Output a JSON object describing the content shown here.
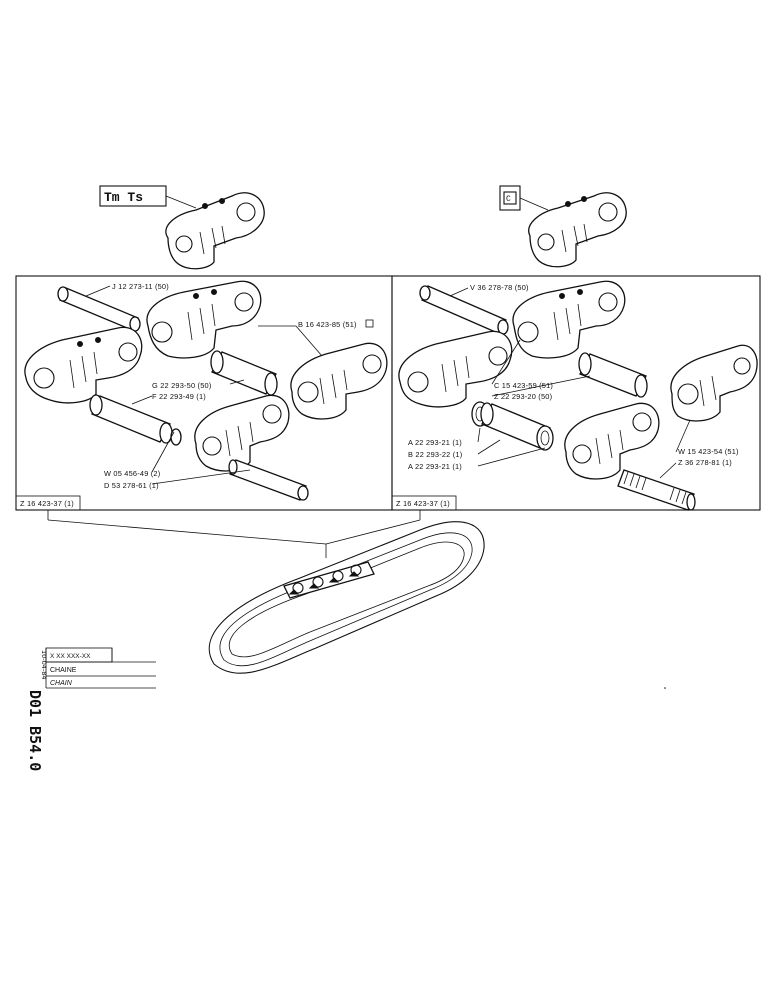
{
  "left_panel": {
    "symbol_label": "Tm Ts",
    "frame_code": "Z 16 423-37 (1)",
    "labels": {
      "J": "J  12 273-11 (50)",
      "B": "B  16 423-85 (51)",
      "G": "G  22 293-50 (50)",
      "F": "F  22 293-49 (1)",
      "W": "W  05 456-49 (2)",
      "D": "D  53 278-61 (1)"
    }
  },
  "right_panel": {
    "symbol_label": "C",
    "frame_code": "Z 16 423-37 (1)",
    "labels": {
      "V": "V  36 278-78 (50)",
      "C": "C  15 423-59 (51)",
      "Z1": "Z  22 293-20 (50)",
      "A1": "A  22 293-21 (1)",
      "B": "B  22 293-22 (1)",
      "A2": "A  22 293-21 (1)",
      "W": "W  15 423-54 (51)",
      "Z2": "Z  36 278-81 (1)"
    }
  },
  "side_code": "D01  B54.0",
  "side_date": "10-04-84",
  "title_block": {
    "part_number": "X  XX  XXX-XX",
    "title_fr": "CHAINE",
    "title_en": "CHAIN"
  }
}
